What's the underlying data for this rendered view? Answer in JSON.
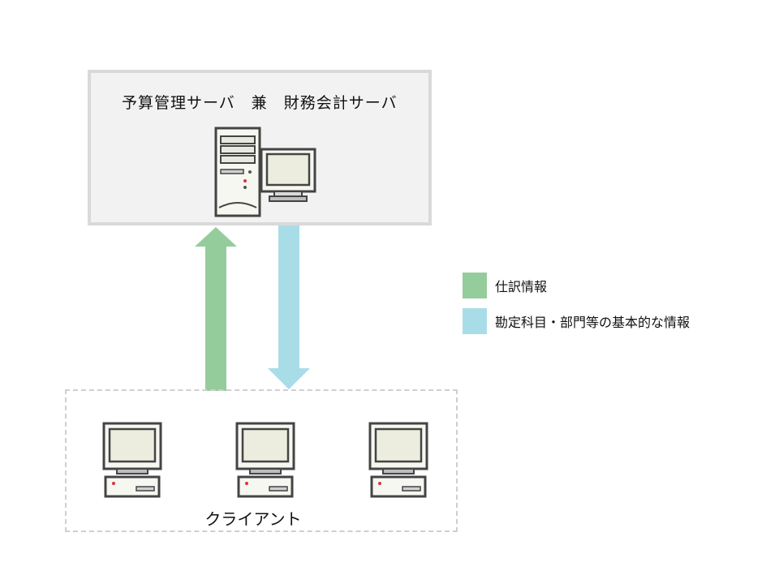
{
  "server": {
    "title": "予算管理サーバ　兼　財務会計サーバ"
  },
  "client": {
    "title": "クライアント"
  },
  "legend": [
    {
      "label": "仕訳情報",
      "color": "#95cc9b"
    },
    {
      "label": "勘定科目・部門等の基本的な情報",
      "color": "#a8dde8"
    }
  ],
  "colors": {
    "green_arrow": "#95cc9b",
    "blue_arrow": "#a8dde8",
    "server_bg": "#f2f2f2",
    "server_border": "#d9d9d9",
    "client_border": "#cfcfcf"
  },
  "icons": {
    "server": "server-tower-icon",
    "monitor": "monitor-icon",
    "client": "desktop-computer-icon"
  }
}
